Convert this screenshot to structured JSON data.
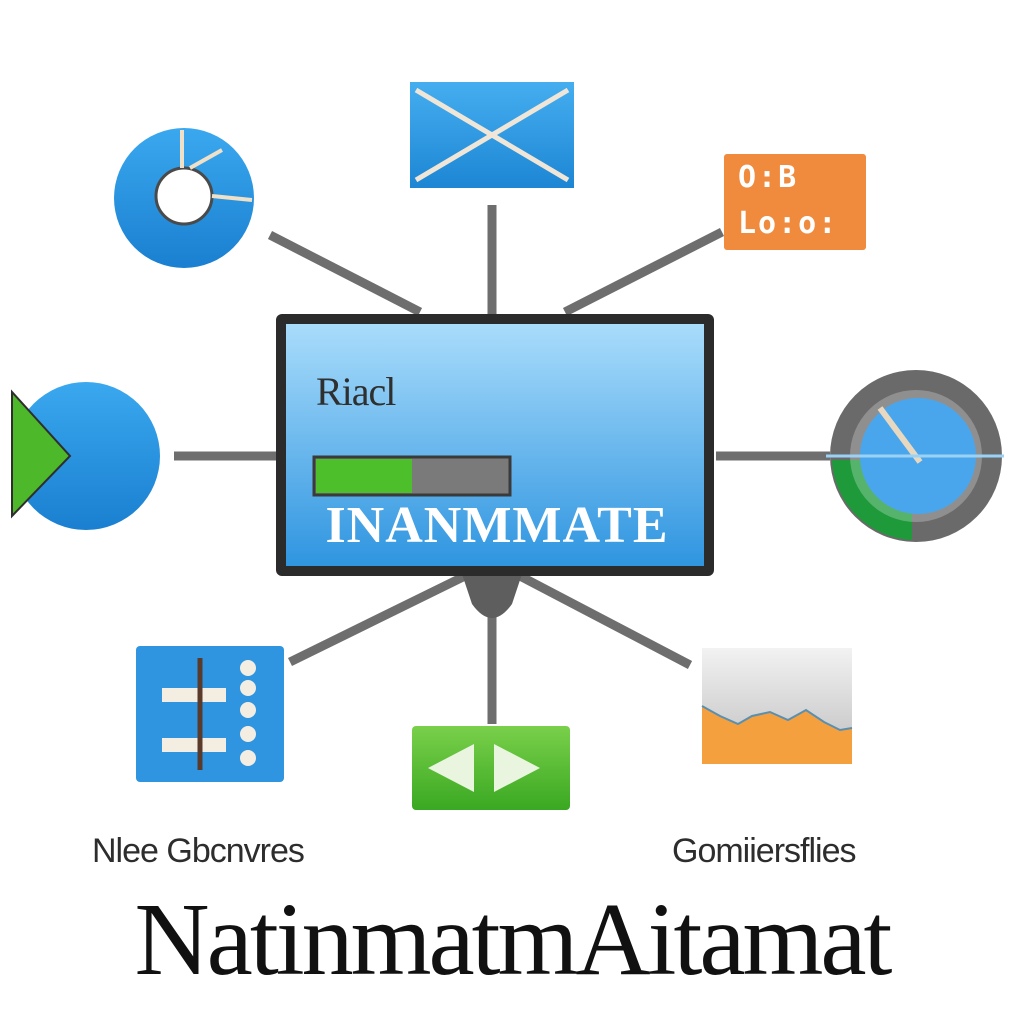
{
  "hub": {
    "title": "Riacl",
    "brand": "INANMMATE",
    "progress": 0.5
  },
  "nodes": {
    "top": {
      "icon": "mail-icon"
    },
    "top_left": {
      "icon": "clock-icon"
    },
    "top_right": {
      "icon": "settings-panel-icon",
      "line1": "O:B",
      "line2": "Lo:o:"
    },
    "left": {
      "icon": "pie-chart-icon"
    },
    "right": {
      "icon": "gauge-icon"
    },
    "bottom_left": {
      "icon": "list-slider-icon"
    },
    "bottom": {
      "icon": "play-controls-icon"
    },
    "bottom_right": {
      "icon": "area-chart-icon"
    }
  },
  "captions": {
    "left": "Nlee Gbcnvres",
    "right": "Gomiiersflies"
  },
  "title": "NatinmatmAitamat",
  "colors": {
    "blue": "#1e90dc",
    "light_blue": "#8ccaf5",
    "orange": "#f08a3c",
    "green": "#4caf2a",
    "gray": "#6e6e6e"
  }
}
